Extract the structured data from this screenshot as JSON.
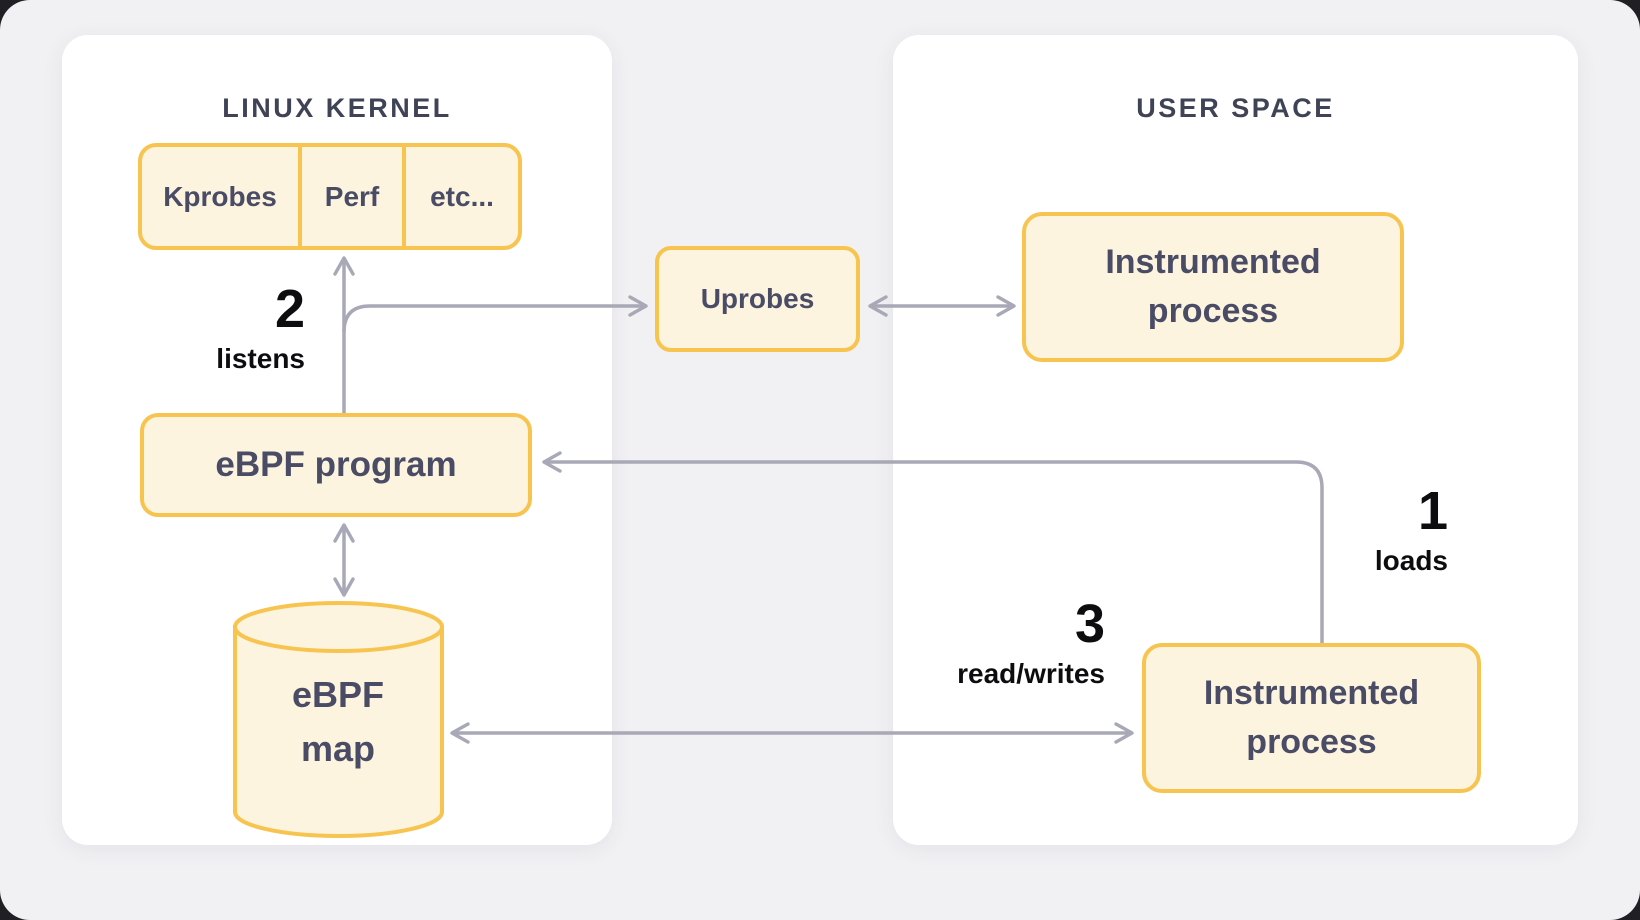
{
  "diagram": {
    "panels": {
      "kernel": {
        "title": "LINUX KERNEL"
      },
      "user_space": {
        "title": "USER SPACE"
      }
    },
    "nodes": {
      "probes_row": {
        "cells": [
          "Kprobes",
          "Perf",
          "etc..."
        ]
      },
      "uprobes": {
        "label": "Uprobes"
      },
      "ebpf_program": {
        "label": "eBPF program"
      },
      "ebpf_map": {
        "label": "eBPF map"
      },
      "instrumented_process_top": {
        "label": "Instrumented process"
      },
      "instrumented_process_bottom": {
        "label": "Instrumented process"
      }
    },
    "steps": [
      {
        "number": "1",
        "label": "loads"
      },
      {
        "number": "2",
        "label": "listens"
      },
      {
        "number": "3",
        "label": "read/writes"
      }
    ],
    "colors": {
      "canvas_background": "#F1F1F4",
      "panel_background": "#FFFFFF",
      "node_border": "#F7C450",
      "node_fill": "#FCF4DF",
      "node_text": "#4A4C66",
      "panel_title_text": "#3F4356",
      "arrow": "#A8A8B6",
      "step_label_text": "#0D0D0F"
    }
  }
}
